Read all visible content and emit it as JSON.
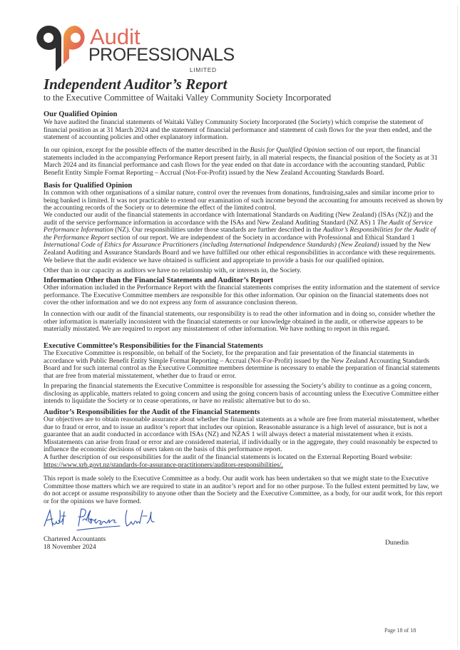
{
  "logo": {
    "line1": "Audit",
    "line2": "PROFESSIONALS",
    "line3": "LIMITED",
    "colors": {
      "accent": "#e06a5a",
      "dark": "#333333"
    }
  },
  "title": "Independent Auditor’s Report",
  "subtitle": "to the Executive Committee of Waitaki Valley Community Society Incorporated",
  "sections": {
    "opinion": {
      "heading": "Our Qualified Opinion",
      "p1": "We have audited the financial statements of Waitaki Valley Community Society Incorporated (the Society) which comprise the statement of financial position as at 31 March 2024 and the statement of financial performance and statement of cash flows for the year then ended, and the statement of accounting policies and other explanatory information.",
      "p2a": "In our opinion, except for the possible effects of the matter described in the ",
      "p2b": "Basis for Qualified Opinion",
      "p2c": " section of our report, the financial statements included in the accompanying Performance Report present fairly, in all material respects, the financial position of the Society as at 31 March 2024 and its financial performance and cash flows for the year ended on that date in accordance with the accounting standard, Public Benefit Entity Simple Format Reporting – Accrual (Not-For-Profit) issued by the New Zealand Accounting Standards Board."
    },
    "basis": {
      "heading": "Basis for Qualified Opinion",
      "p1": "In common with other organisations of a similar nature, control over the revenues from donations, fundraising,sales and similar income prior to being banked is limited.  It was not practicable to extend our examination of such income beyond the accounting for amounts received as shown by the accounting records of the Society or to determine the effect of the limited control.",
      "p2a": "We conducted our audit of the financial statements in accordance with International Standards on Auditing (New Zealand) (ISAs (NZ)) and the audit of the service performance information in accordance with the ISAs and New Zealand Auditing Standard (NZ AS) 1 ",
      "p2b": "The Audit of Service Performance Information",
      "p2c": " (NZ).  Our responsibilities under those standards are further described in the ",
      "p2d": "Auditor’s Responsibilities for the Audit of the Performance Report",
      "p2e": " section of our report.  We are independent of the Society in accordance with Professional and Ethical Standard 1 ",
      "p2f": "International Code of Ethics for Assurance Practitioners (including International Independence Standards) (New Zealand)",
      "p2g": " issued by the New Zealand Auditing and Assurance Standards Board and we have fulfilled our other ethical responsibilities in accordance with these requirements.   We believe that the audit evidence we have obtained is sufficient and appropriate to provide a basis for our qualified opinion.",
      "p3": "Other than in our capacity as auditors we have no relationship with, or interests in, the Society."
    },
    "other_info": {
      "heading": "Information Other than the Financial Statements and Auditor’s Report",
      "p1": "Other information included in the Performance Report with the financial statements comprises the entity information and the statement of service performance. The Executive Committee members are responsible for this other information.  Our opinion on the financial statements does not cover the other information and we do not express any form of assurance conclusion thereon.",
      "p2": "In connection with our audit of the financial statements, our responsibility is to read the other information and in doing so, consider whether the other information is materially inconsistent with the financial statements or our knowledge obtained in the audit, or otherwise appears to be materially misstated. We are required to report any misstatement of other information.  We have nothing to report in this regard."
    },
    "committee": {
      "heading": "Executive Committee’s Responsibilities for the Financial Statements",
      "p1": "The Executive Committee is responsible, on behalf of the Society, for the preparation and fair presentation of the financial statements in accordance with Public Benefit Entity Simple Format Reporting – Accrual (Not-For-Profit) issued by the New Zealand Accounting Standards Board and for such internal control as the Executive Committee members determine is necessary to enable the preparation of financial statements that are free from material misstatement, whether due to fraud or error.",
      "p2": "In preparing the financial statements the Executive Committee is responsible for assessing the Society’s ability to continue as a going concern, disclosing as applicable, matters related to going concern and using the going concern basis of accounting unless the Executive Committee either intends to liquidate the Society or to cease operations, or have no realistic alternative but to do so."
    },
    "auditor": {
      "heading": "Auditor’s Responsibilities for the Audit of the Financial Statements",
      "p1": "Our objectives are to obtain reasonable assurance about whether the financial statements as a whole are free from material misstatement, whether due to fraud or error, and to issue an auditor’s report that includes our opinion.  Reasonable assurance is a high level of assurance, but is not a guarantee that an audit conducted in accordance with ISAs (NZ) and NZAS 1 will always detect a material misstatement when it exists.  Misstatements can arise from fraud or error and are considered material, if individually or in the aggregate, they could reasonably be expected to influence the economic decisions of users taken on the basis of this performance report.",
      "p2": "A further description of our responsibilities for the audit of the financial statements is located on the External Reporting Board website: ",
      "link": "https://www.xrb.govt.nz/standards-for-assurance-practitioners/auditors-responsibilities/.",
      "p3": "This report is made solely to the Executive Committee as a body.  Our audit work has been undertaken so that we might state to the Executive Committee those matters which we are required to state in an auditor’s report and for no other purpose. To the fullest extent permitted by law, we do not accept or assume responsibility to anyone other than the Society and the Executive Committee, as a body, for our audit work, for this report or for the opinions we have formed."
    }
  },
  "signature": {
    "text": "Audit Professionals Limited",
    "color": "#2b4fa8"
  },
  "signoff": {
    "firm": "Chartered Accountants",
    "date": "18 November 2024",
    "city": "Dunedin"
  },
  "footer": {
    "page": "Page 18 of 18"
  }
}
